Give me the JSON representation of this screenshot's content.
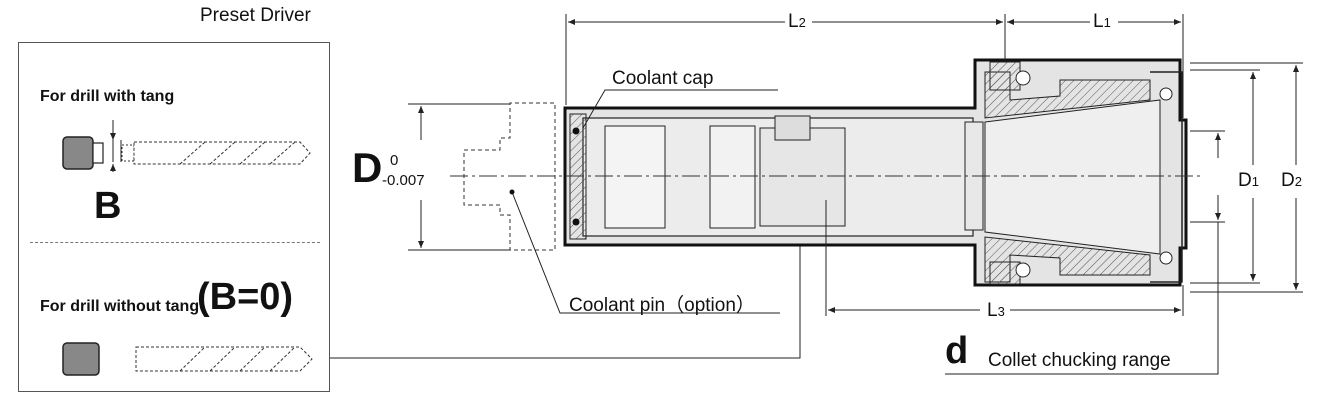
{
  "panel": {
    "title": "Preset Driver",
    "with_tang": "For drill with tang",
    "with_tang_symbol": "B",
    "without_tang": "For drill without tang",
    "without_tang_symbol": "(B=0)"
  },
  "labels": {
    "coolant_cap": "Coolant cap",
    "coolant_pin": "Coolant pin（option）",
    "collet_range": "Collet chucking range",
    "d_small": "d",
    "L1": "L",
    "L1_sub": "1",
    "L2": "L",
    "L2_sub": "2",
    "L3": "L",
    "L3_sub": "3",
    "D1": "D",
    "D1_sub": "1",
    "D2": "D",
    "D2_sub": "2",
    "D_main": "D",
    "tol_upper": "0",
    "tol_lower": "-0.007"
  }
}
